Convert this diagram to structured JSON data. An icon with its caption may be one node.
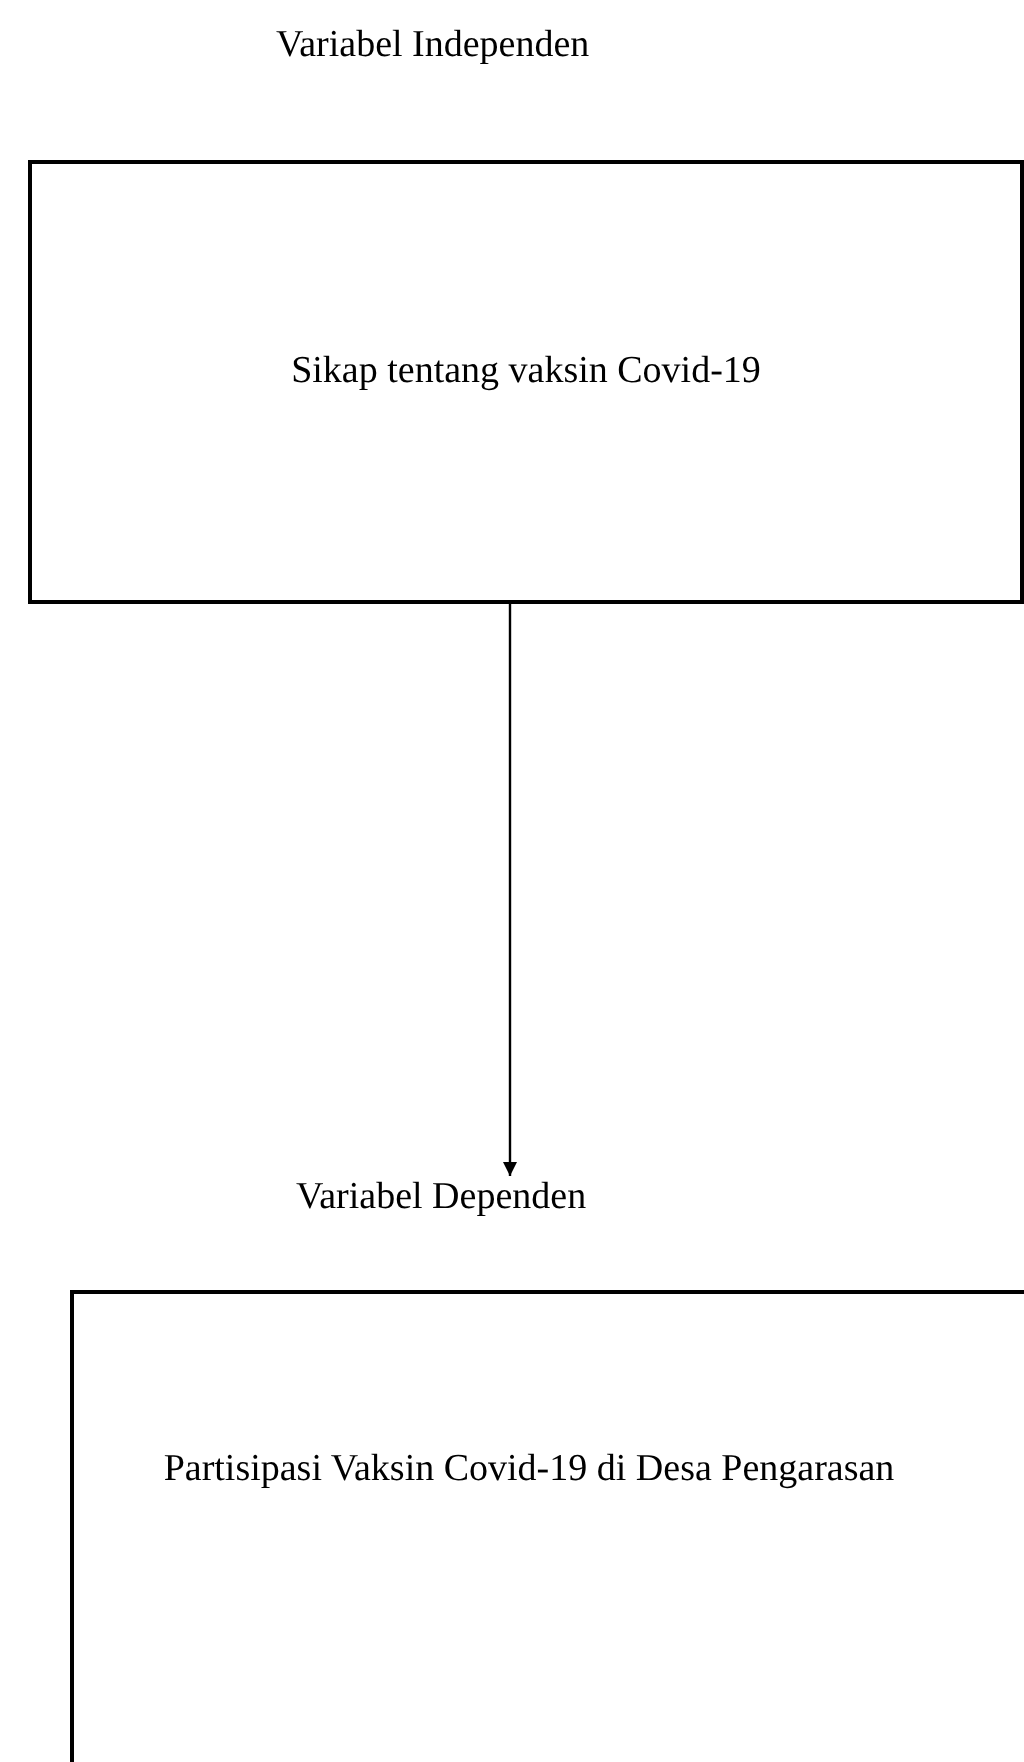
{
  "diagram": {
    "nodes": [
      {
        "text": [
          "Variabel Independen",
          "Sikap tentang vaksin Covid-19"
        ]
      },
      {
        "text": [
          "Variabel Dependen",
          "Partisipasi Vaksin Covid-19 di Desa Pengarasan"
        ]
      }
    ],
    "edges": [
      {
        "from": 0,
        "to": 1,
        "arrow": "to"
      }
    ]
  }
}
